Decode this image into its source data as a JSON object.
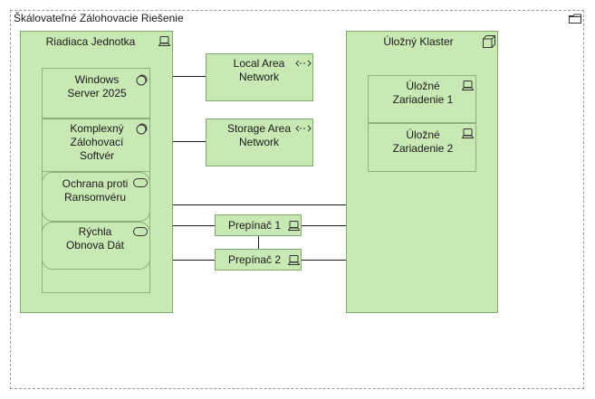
{
  "group": {
    "title": "Škálovateľné Zálohovacie Riešenie",
    "icon": "folder-icon"
  },
  "nodes": {
    "control_unit": {
      "title": "Riadiaca Jednotka",
      "icon": "device-icon"
    },
    "storage_cluster": {
      "title": "Úložný Klaster",
      "icon": "node-icon"
    },
    "windows_server": {
      "line1": "Windows",
      "line2": "Server 2025",
      "icon": "system-software-icon"
    },
    "backup_software": {
      "line1": "Komplexný",
      "line2": "Zálohovací",
      "line3": "Softvér",
      "icon": "system-software-icon"
    },
    "ransomware": {
      "line1": "Ochrana proti",
      "line2": "Ransomvéru",
      "icon": "service-icon"
    },
    "fast_restore": {
      "line1": "Rýchla",
      "line2": "Obnova Dát",
      "icon": "service-icon"
    },
    "lan": {
      "line1": "Local Area",
      "line2": "Network",
      "icon": "network-icon"
    },
    "san": {
      "line1": "Storage Area",
      "line2": "Network",
      "icon": "network-icon"
    },
    "storage_1": {
      "line1": "Úložné",
      "line2": "Zariadenie 1",
      "icon": "device-icon"
    },
    "storage_2": {
      "line1": "Úložné",
      "line2": "Zariadenie 2",
      "icon": "device-icon"
    },
    "switch_1": {
      "title": "Prepínač 1",
      "icon": "device-icon"
    },
    "switch_2": {
      "title": "Prepínač 2",
      "icon": "device-icon"
    }
  }
}
